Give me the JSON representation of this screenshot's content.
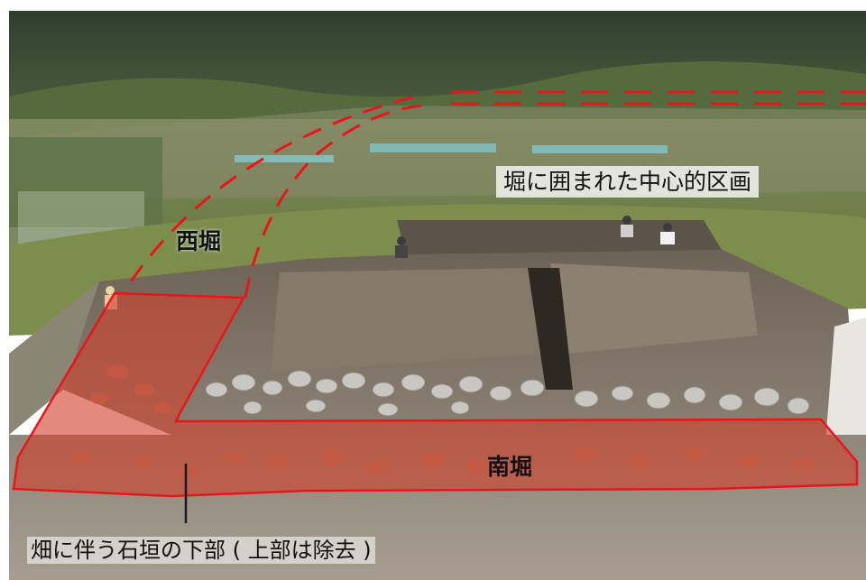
{
  "annotations": {
    "center_area": "堀に囲まれた中心的区画",
    "west_moat": "西堀",
    "south_moat": "南堀",
    "stone_wall": "畑に伴う石垣の下部 ( 上部は除去 )"
  },
  "colors": {
    "moat_fill": "#d0422f",
    "moat_outline": "#e8161b",
    "leader_line": "#1a1a1a",
    "label_box": "#ffffff"
  }
}
